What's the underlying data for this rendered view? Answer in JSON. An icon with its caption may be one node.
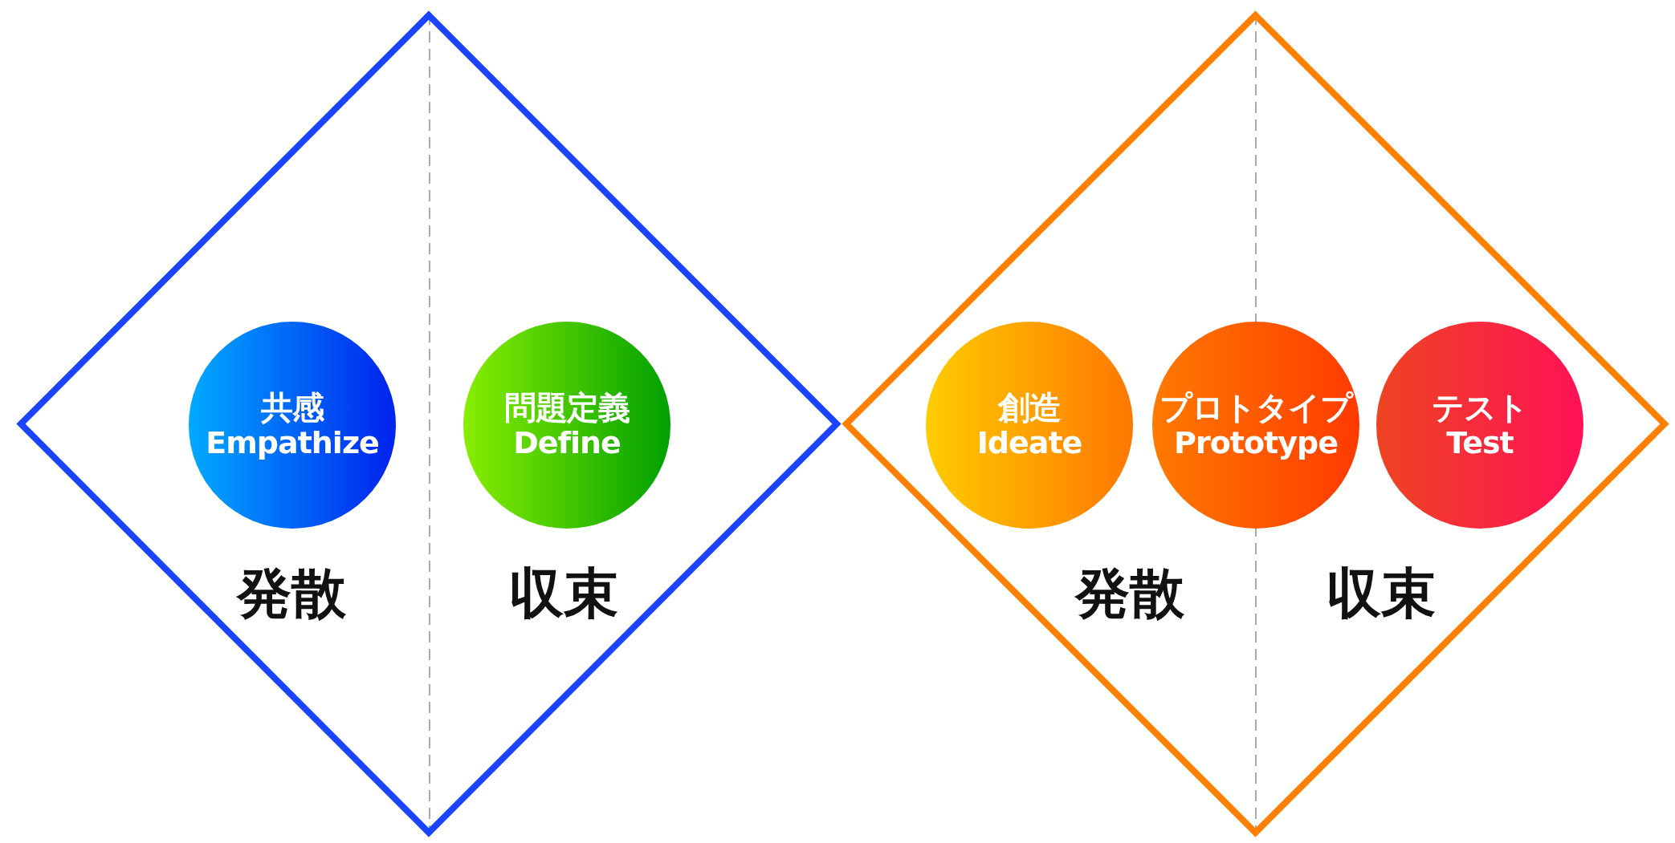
{
  "diagram": {
    "nodes": [
      {
        "text": [],
        "shape": "diamond"
      },
      {
        "text": [
          "共感",
          "Empathize"
        ],
        "in": 0
      },
      {
        "text": [
          "問題定義",
          "Define"
        ],
        "in": 0
      },
      {
        "text": [],
        "shape": "diamond"
      },
      {
        "text": [
          "創造",
          "Ideate"
        ],
        "in": 3
      },
      {
        "text": [
          "プロトタイプ",
          "Prototype"
        ],
        "in": 3
      },
      {
        "text": [
          "テスト",
          "Test"
        ],
        "in": 3
      }
    ],
    "edges": [],
    "labels": [
      "発散",
      "収束",
      "発散",
      "収束"
    ]
  }
}
